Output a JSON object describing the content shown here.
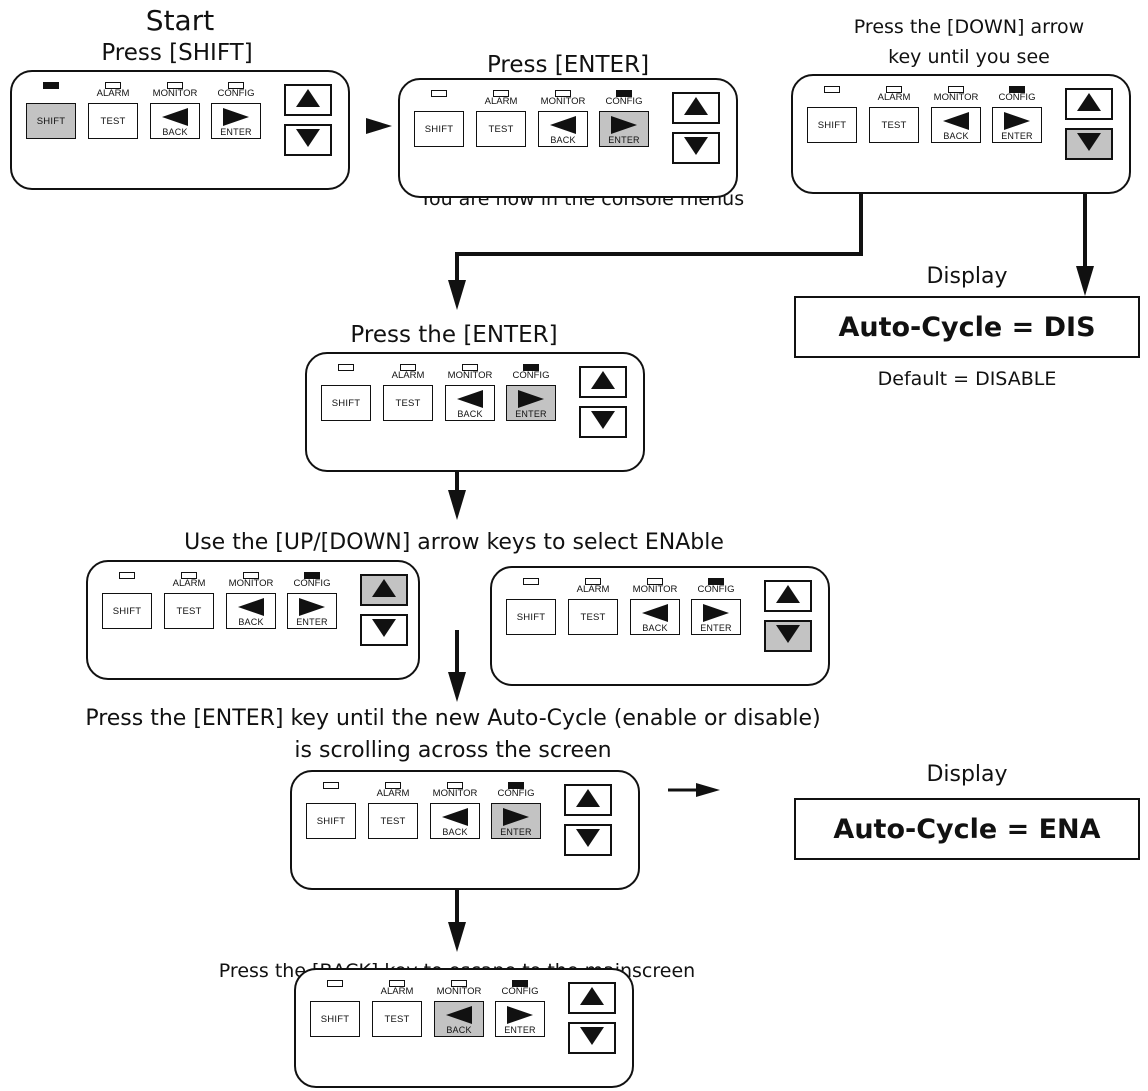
{
  "labels": {
    "start": "Start",
    "press_shift": "Press [SHIFT]",
    "press_enter": "Press [ENTER]",
    "console_menus": "You are now in the console menus",
    "press_down_1": "Press the [DOWN] arrow",
    "press_down_2": "key until you see",
    "display_1": "Display",
    "display_2": "Display",
    "default": "Default = DISABLE",
    "press_the_enter": "Press the [ENTER]",
    "use_arrows": "Use the [UP/[DOWN] arrow keys to select ENAble",
    "press_enter_until_1": "Press the [ENTER] key until the new Auto-Cycle (enable or disable)",
    "press_enter_until_2": "is scrolling across the screen",
    "press_back": "Press the [BACK] key to escape to the mainscreen"
  },
  "displays": {
    "dis": "Auto-Cycle = DIS",
    "ena": "Auto-Cycle = ENA"
  },
  "keypad": {
    "shift": "SHIFT",
    "test": "TEST",
    "back": "BACK",
    "enter": "ENTER",
    "alarm": "ALARM",
    "monitor": "MONITOR",
    "config": "CONFIG"
  },
  "panels": [
    {
      "id": "p1",
      "pressed": "shift",
      "shift_led": "on",
      "config_led": "off"
    },
    {
      "id": "p2",
      "pressed": "enter",
      "shift_led": "off",
      "config_led": "on"
    },
    {
      "id": "p3",
      "pressed": "down",
      "shift_led": "off",
      "config_led": "on"
    },
    {
      "id": "p4",
      "pressed": "enter",
      "shift_led": "off",
      "config_led": "on"
    },
    {
      "id": "p5",
      "pressed": "up",
      "shift_led": "off",
      "config_led": "on"
    },
    {
      "id": "p6",
      "pressed": "down",
      "shift_led": "off",
      "config_led": "on"
    },
    {
      "id": "p7",
      "pressed": "enter",
      "shift_led": "off",
      "config_led": "on"
    },
    {
      "id": "p8",
      "pressed": "back",
      "shift_led": "off",
      "config_led": "on"
    }
  ],
  "colors": {
    "pressed": "#c3c3c3",
    "line": "#111111"
  }
}
